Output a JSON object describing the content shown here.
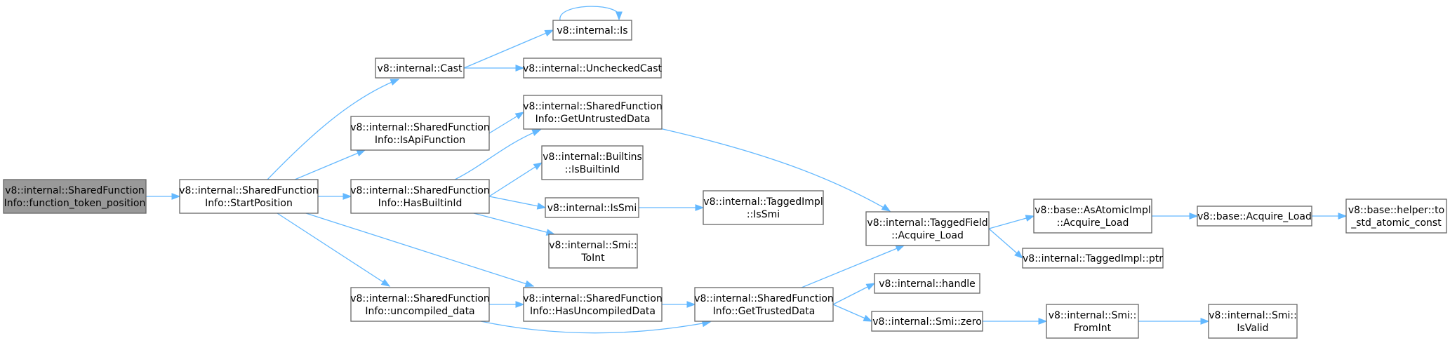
{
  "nodes": [
    {
      "id": "root",
      "lines": [
        "v8::internal::SharedFunction",
        "Info::function_token_position"
      ],
      "highlight": true
    },
    {
      "id": "startpos",
      "lines": [
        "v8::internal::SharedFunction",
        "Info::StartPosition"
      ]
    },
    {
      "id": "cast",
      "lines": [
        "v8::internal::Cast"
      ]
    },
    {
      "id": "is",
      "lines": [
        "v8::internal::Is"
      ]
    },
    {
      "id": "uncheckedcast",
      "lines": [
        "v8::internal::UncheckedCast"
      ]
    },
    {
      "id": "isapifunction",
      "lines": [
        "v8::internal::SharedFunction",
        "Info::IsApiFunction"
      ]
    },
    {
      "id": "getuntrusted",
      "lines": [
        "v8::internal::SharedFunction",
        "Info::GetUntrustedData"
      ]
    },
    {
      "id": "hasbuiltinid",
      "lines": [
        "v8::internal::SharedFunction",
        "Info::HasBuiltinId"
      ]
    },
    {
      "id": "isbuiltinid",
      "lines": [
        "v8::internal::Builtins",
        "::IsBuiltinId"
      ]
    },
    {
      "id": "issmi",
      "lines": [
        "v8::internal::IsSmi"
      ]
    },
    {
      "id": "taggedimpl_issmi",
      "lines": [
        "v8::internal::TaggedImpl",
        "::IsSmi"
      ]
    },
    {
      "id": "smitoint",
      "lines": [
        "v8::internal::Smi::",
        "ToInt"
      ]
    },
    {
      "id": "uncompiled",
      "lines": [
        "v8::internal::SharedFunction",
        "Info::uncompiled_data"
      ]
    },
    {
      "id": "hasuncompiled",
      "lines": [
        "v8::internal::SharedFunction",
        "Info::HasUncompiledData"
      ]
    },
    {
      "id": "gettrusted",
      "lines": [
        "v8::internal::SharedFunction",
        "Info::GetTrustedData"
      ]
    },
    {
      "id": "taggedfield",
      "lines": [
        "v8::internal::TaggedField",
        "::Acquire_Load"
      ]
    },
    {
      "id": "handle",
      "lines": [
        "v8::internal::handle"
      ]
    },
    {
      "id": "smizero",
      "lines": [
        "v8::internal::Smi::zero"
      ]
    },
    {
      "id": "atomicimpl",
      "lines": [
        "v8::base::AsAtomicImpl",
        "::Acquire_Load"
      ]
    },
    {
      "id": "taggedptr",
      "lines": [
        "v8::internal::TaggedImpl::ptr"
      ]
    },
    {
      "id": "baseacquire",
      "lines": [
        "v8::base::Acquire_Load"
      ]
    },
    {
      "id": "tostdatomic",
      "lines": [
        "v8::base::helper::to",
        "_std_atomic_const"
      ]
    },
    {
      "id": "smifromint",
      "lines": [
        "v8::internal::Smi::",
        "FromInt"
      ]
    },
    {
      "id": "smiisvalid",
      "lines": [
        "v8::internal::Smi::",
        "IsValid"
      ]
    }
  ],
  "edges": [
    {
      "from": "root",
      "to": "startpos"
    },
    {
      "from": "startpos",
      "to": "cast"
    },
    {
      "from": "startpos",
      "to": "isapifunction"
    },
    {
      "from": "startpos",
      "to": "hasbuiltinid"
    },
    {
      "from": "startpos",
      "to": "hasuncompiled"
    },
    {
      "from": "startpos",
      "to": "uncompiled"
    },
    {
      "from": "cast",
      "to": "is"
    },
    {
      "from": "cast",
      "to": "uncheckedcast"
    },
    {
      "from": "is",
      "to": "is"
    },
    {
      "from": "isapifunction",
      "to": "getuntrusted"
    },
    {
      "from": "hasbuiltinid",
      "to": "getuntrusted"
    },
    {
      "from": "hasbuiltinid",
      "to": "isbuiltinid"
    },
    {
      "from": "hasbuiltinid",
      "to": "issmi"
    },
    {
      "from": "hasbuiltinid",
      "to": "smitoint"
    },
    {
      "from": "issmi",
      "to": "taggedimpl_issmi"
    },
    {
      "from": "getuntrusted",
      "to": "taggedfield"
    },
    {
      "from": "uncompiled",
      "to": "hasuncompiled"
    },
    {
      "from": "uncompiled",
      "to": "gettrusted"
    },
    {
      "from": "hasuncompiled",
      "to": "gettrusted"
    },
    {
      "from": "gettrusted",
      "to": "taggedfield"
    },
    {
      "from": "gettrusted",
      "to": "handle"
    },
    {
      "from": "gettrusted",
      "to": "smizero"
    },
    {
      "from": "taggedfield",
      "to": "atomicimpl"
    },
    {
      "from": "taggedfield",
      "to": "taggedptr"
    },
    {
      "from": "atomicimpl",
      "to": "baseacquire"
    },
    {
      "from": "baseacquire",
      "to": "tostdatomic"
    },
    {
      "from": "smizero",
      "to": "smifromint"
    },
    {
      "from": "smifromint",
      "to": "smiisvalid"
    }
  ]
}
